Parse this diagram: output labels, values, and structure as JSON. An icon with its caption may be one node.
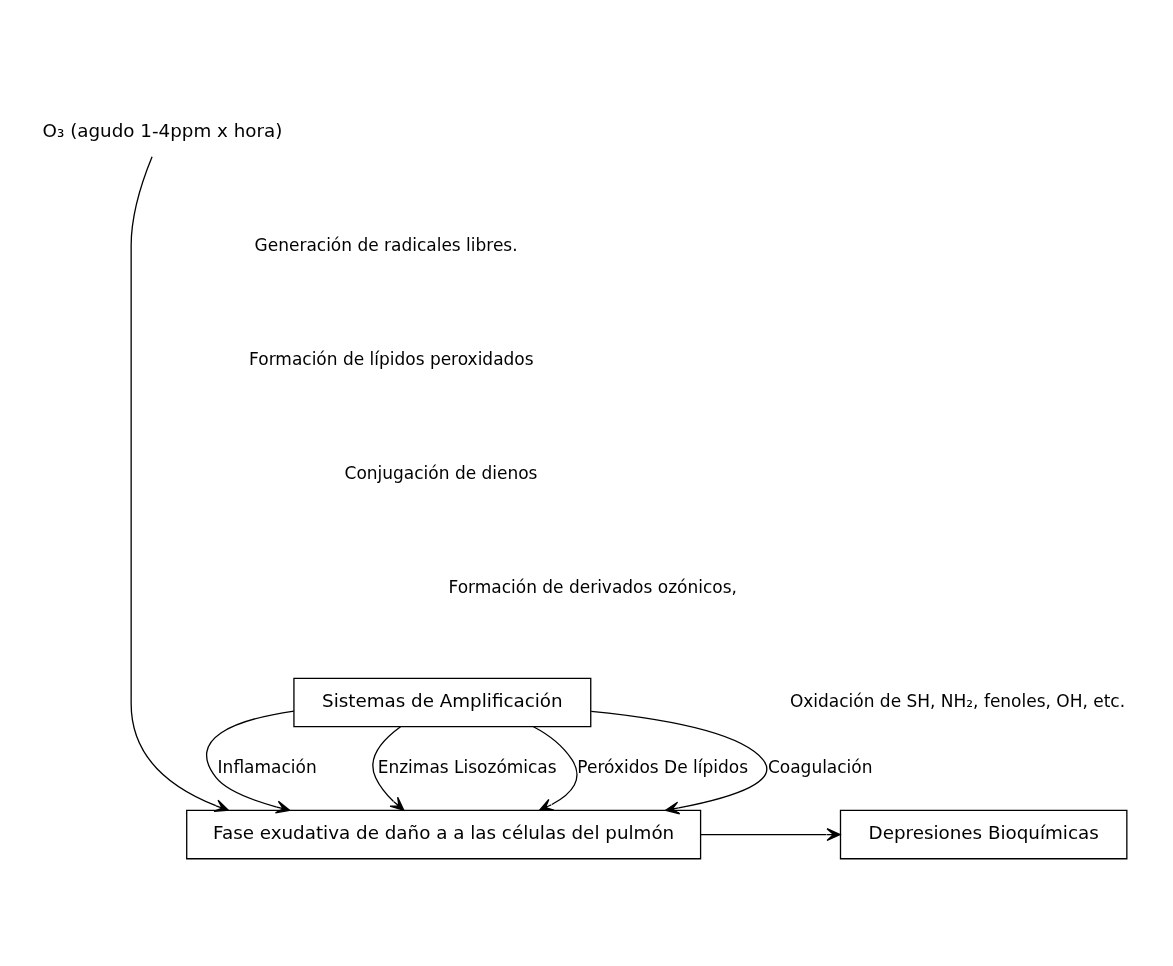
{
  "diagram": {
    "nodes": [
      {
        "text": [
          "O₃ (agudo 1-4ppm x hora)"
        ]
      },
      {
        "text": [
          "Fase exudativa de daño a a las células del pulmón"
        ]
      },
      {
        "text": [
          "Depresiones Bioquímicas"
        ]
      },
      {
        "text": [
          "Sistemas de Amplificación"
        ]
      }
    ],
    "edges": [
      {
        "from": 0,
        "to": 1,
        "arrow": "to"
      },
      {
        "from": 1,
        "to": 2,
        "arrow": "to"
      },
      {
        "from": 3,
        "to": 1,
        "arrow": "to",
        "label": "Peróxidos De lípidos"
      },
      {
        "from": 3,
        "to": 1,
        "arrow": "to",
        "label": "Coagulación"
      },
      {
        "from": 3,
        "to": 1,
        "arrow": "to",
        "label": "Inflamación"
      },
      {
        "from": 3,
        "to": 1,
        "arrow": "to",
        "label": "Enzimas Lisozómicas"
      }
    ],
    "labels": [
      "Generación de radicales libres.",
      "Formación de lípidos peroxidados",
      "Conjugación de dienos",
      "Formación de derivados ozónicos,",
      "Oxidación de SH, NH₂, fenoles, OH, etc."
    ]
  }
}
